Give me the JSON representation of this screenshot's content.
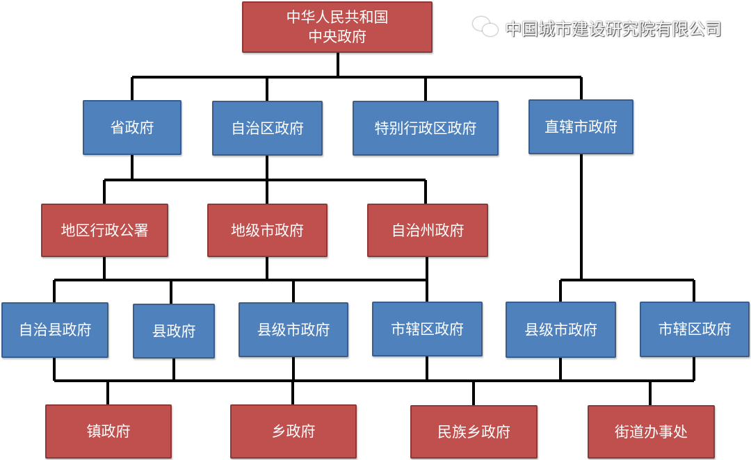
{
  "title": {
    "line1": "中华人民共和国",
    "line2": "中央政府"
  },
  "level2": [
    "省政府",
    "自治区政府",
    "特别行政区政府",
    "直辖市政府"
  ],
  "level3": [
    "地区行政公署",
    "地级市政府",
    "自治州政府"
  ],
  "level4": [
    "自治县政府",
    "县政府",
    "县级市政府",
    "市辖区政府",
    "县级市政府",
    "市辖区政府"
  ],
  "level5": [
    "镇政府",
    "乡政府",
    "民族乡政府",
    "街道办事处"
  ],
  "watermark": "中国城市建设研究院有限公司",
  "colors": {
    "red": "#c0504d",
    "blue": "#4f81bd",
    "line": "#000000"
  }
}
